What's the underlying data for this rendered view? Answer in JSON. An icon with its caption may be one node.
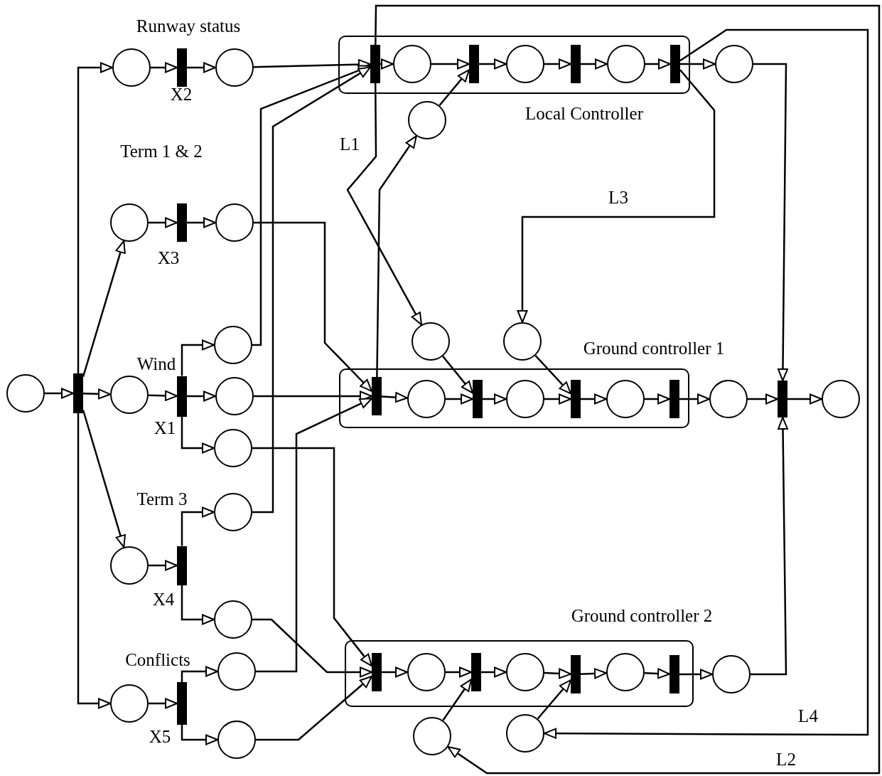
{
  "diagram": {
    "nodes": [
      {
        "text": [
          "Local Controller"
        ]
      },
      {
        "text": [],
        "shape": "bar",
        "in": 0
      },
      {
        "text": [],
        "shape": "circle",
        "in": 0
      },
      {
        "text": [],
        "shape": "bar",
        "in": 0
      },
      {
        "text": [],
        "shape": "circle",
        "in": 0
      },
      {
        "text": [],
        "shape": "bar",
        "in": 0
      },
      {
        "text": [],
        "shape": "circle",
        "in": 0
      },
      {
        "text": [],
        "shape": "bar",
        "in": 0
      },
      {
        "text": [
          "Ground controller 1"
        ]
      },
      {
        "text": [],
        "shape": "bar",
        "in": 8
      },
      {
        "text": [],
        "shape": "circle",
        "in": 8
      },
      {
        "text": [],
        "shape": "bar",
        "in": 8
      },
      {
        "text": [],
        "shape": "circle",
        "in": 8
      },
      {
        "text": [],
        "shape": "bar",
        "in": 8
      },
      {
        "text": [],
        "shape": "circle",
        "in": 8
      },
      {
        "text": [],
        "shape": "bar",
        "in": 8
      },
      {
        "text": [
          "Ground controller 2"
        ]
      },
      {
        "text": [],
        "shape": "bar",
        "in": 16
      },
      {
        "text": [],
        "shape": "circle",
        "in": 16
      },
      {
        "text": [],
        "shape": "bar",
        "in": 16
      },
      {
        "text": [],
        "shape": "circle",
        "in": 16
      },
      {
        "text": [],
        "shape": "bar",
        "in": 16
      },
      {
        "text": [],
        "shape": "circle",
        "in": 16
      },
      {
        "text": [],
        "shape": "bar",
        "in": 16
      },
      {
        "text": [],
        "shape": "circle"
      },
      {
        "text": [],
        "shape": "bar"
      },
      {
        "text": [],
        "shape": "circle"
      },
      {
        "text": [],
        "shape": "bar",
        "beside": [
          "X2"
        ]
      },
      {
        "text": [],
        "shape": "circle"
      },
      {
        "text": [],
        "shape": "circle"
      },
      {
        "text": [],
        "shape": "bar",
        "beside": [
          "X3"
        ]
      },
      {
        "text": [],
        "shape": "circle"
      },
      {
        "text": [],
        "shape": "circle"
      },
      {
        "text": [],
        "shape": "bar",
        "beside": [
          "X1"
        ]
      },
      {
        "text": [],
        "shape": "circle"
      },
      {
        "text": [],
        "shape": "circle"
      },
      {
        "text": [],
        "shape": "circle"
      },
      {
        "text": [],
        "shape": "circle"
      },
      {
        "text": [],
        "shape": "bar",
        "beside": [
          "X4"
        ]
      },
      {
        "text": [],
        "shape": "circle"
      },
      {
        "text": [],
        "shape": "circle"
      },
      {
        "text": [],
        "shape": "circle"
      },
      {
        "text": [],
        "shape": "bar",
        "beside": [
          "X5"
        ]
      },
      {
        "text": [],
        "shape": "circle"
      },
      {
        "text": [],
        "shape": "circle"
      },
      {
        "text": [],
        "shape": "circle"
      },
      {
        "text": [],
        "shape": "circle"
      },
      {
        "text": [],
        "shape": "circle"
      },
      {
        "text": [],
        "shape": "circle"
      },
      {
        "text": [],
        "shape": "circle"
      },
      {
        "text": [],
        "shape": "bar"
      },
      {
        "text": [],
        "shape": "circle"
      },
      {
        "text": [],
        "shape": "circle"
      },
      {
        "text": [],
        "shape": "circle"
      },
      {
        "text": [],
        "shape": "circle"
      }
    ],
    "edges": [
      {
        "from": 1,
        "to": 2,
        "arrow": "to"
      },
      {
        "from": 2,
        "to": 3,
        "arrow": "to"
      },
      {
        "from": 3,
        "to": 4,
        "arrow": "to"
      },
      {
        "from": 4,
        "to": 5,
        "arrow": "to"
      },
      {
        "from": 5,
        "to": 6,
        "arrow": "to"
      },
      {
        "from": 6,
        "to": 7,
        "arrow": "to"
      },
      {
        "from": 7,
        "to": 46,
        "arrow": "to"
      },
      {
        "from": 9,
        "to": 10,
        "arrow": "to"
      },
      {
        "from": 10,
        "to": 11,
        "arrow": "to"
      },
      {
        "from": 11,
        "to": 12,
        "arrow": "to"
      },
      {
        "from": 12,
        "to": 13,
        "arrow": "to"
      },
      {
        "from": 13,
        "to": 14,
        "arrow": "to"
      },
      {
        "from": 14,
        "to": 15,
        "arrow": "to"
      },
      {
        "from": 15,
        "to": 49,
        "arrow": "to"
      },
      {
        "from": 17,
        "to": 18,
        "arrow": "to"
      },
      {
        "from": 18,
        "to": 19,
        "arrow": "to"
      },
      {
        "from": 19,
        "to": 20,
        "arrow": "to"
      },
      {
        "from": 20,
        "to": 21,
        "arrow": "to"
      },
      {
        "from": 21,
        "to": 22,
        "arrow": "to"
      },
      {
        "from": 22,
        "to": 23,
        "arrow": "to"
      },
      {
        "from": 23,
        "to": 54,
        "arrow": "to"
      },
      {
        "from": 46,
        "to": 50,
        "arrow": "to"
      },
      {
        "from": 49,
        "to": 50,
        "arrow": "to"
      },
      {
        "from": 54,
        "to": 50,
        "arrow": "to"
      },
      {
        "from": 50,
        "to": 51,
        "arrow": "to"
      },
      {
        "from": 45,
        "to": 3,
        "arrow": "to"
      },
      {
        "from": 47,
        "to": 11,
        "arrow": "to"
      },
      {
        "from": 48,
        "to": 13,
        "arrow": "to"
      },
      {
        "from": 52,
        "to": 19,
        "arrow": "to"
      },
      {
        "from": 53,
        "to": 21,
        "arrow": "to"
      },
      {
        "from": 9,
        "to": 45,
        "arrow": "to"
      },
      {
        "from": 1,
        "to": 47,
        "arrow": "to",
        "label": "L1"
      },
      {
        "from": 1,
        "to": 52,
        "arrow": "to",
        "label": "L2"
      },
      {
        "from": 7,
        "to": 48,
        "arrow": "to",
        "label": "L3"
      },
      {
        "from": 7,
        "to": 53,
        "arrow": "to",
        "label": "L4"
      },
      {
        "from": 24,
        "to": 25,
        "arrow": "to"
      },
      {
        "from": 25,
        "to": 26,
        "arrow": "to"
      },
      {
        "from": 25,
        "to": 29,
        "arrow": "to"
      },
      {
        "from": 25,
        "to": 32,
        "arrow": "to"
      },
      {
        "from": 25,
        "to": 37,
        "arrow": "to"
      },
      {
        "from": 25,
        "to": 41,
        "arrow": "to"
      },
      {
        "from": 26,
        "to": 27,
        "arrow": "to"
      },
      {
        "from": 27,
        "to": 28,
        "arrow": "to"
      },
      {
        "from": 28,
        "to": 1,
        "arrow": "to"
      },
      {
        "from": 29,
        "to": 30,
        "arrow": "to"
      },
      {
        "from": 30,
        "to": 31,
        "arrow": "to"
      },
      {
        "from": 31,
        "to": 9,
        "arrow": "to"
      },
      {
        "from": 32,
        "to": 33,
        "arrow": "to"
      },
      {
        "from": 33,
        "to": 34,
        "arrow": "to"
      },
      {
        "from": 33,
        "to": 35,
        "arrow": "to"
      },
      {
        "from": 33,
        "to": 36,
        "arrow": "to"
      },
      {
        "from": 34,
        "to": 1,
        "arrow": "to"
      },
      {
        "from": 35,
        "to": 9,
        "arrow": "to"
      },
      {
        "from": 36,
        "to": 17,
        "arrow": "to"
      },
      {
        "from": 37,
        "to": 38,
        "arrow": "to"
      },
      {
        "from": 38,
        "to": 39,
        "arrow": "to"
      },
      {
        "from": 38,
        "to": 40,
        "arrow": "to"
      },
      {
        "from": 39,
        "to": 1,
        "arrow": "to"
      },
      {
        "from": 40,
        "to": 17,
        "arrow": "to"
      },
      {
        "from": 41,
        "to": 42,
        "arrow": "to"
      },
      {
        "from": 42,
        "to": 43,
        "arrow": "to"
      },
      {
        "from": 42,
        "to": 44,
        "arrow": "to"
      },
      {
        "from": 43,
        "to": 9,
        "arrow": "to"
      },
      {
        "from": 44,
        "to": 17,
        "arrow": "to"
      }
    ],
    "labels": [
      "Runway status",
      "Term 1 & 2",
      "Wind",
      "Term 3",
      "Conflicts"
    ]
  }
}
